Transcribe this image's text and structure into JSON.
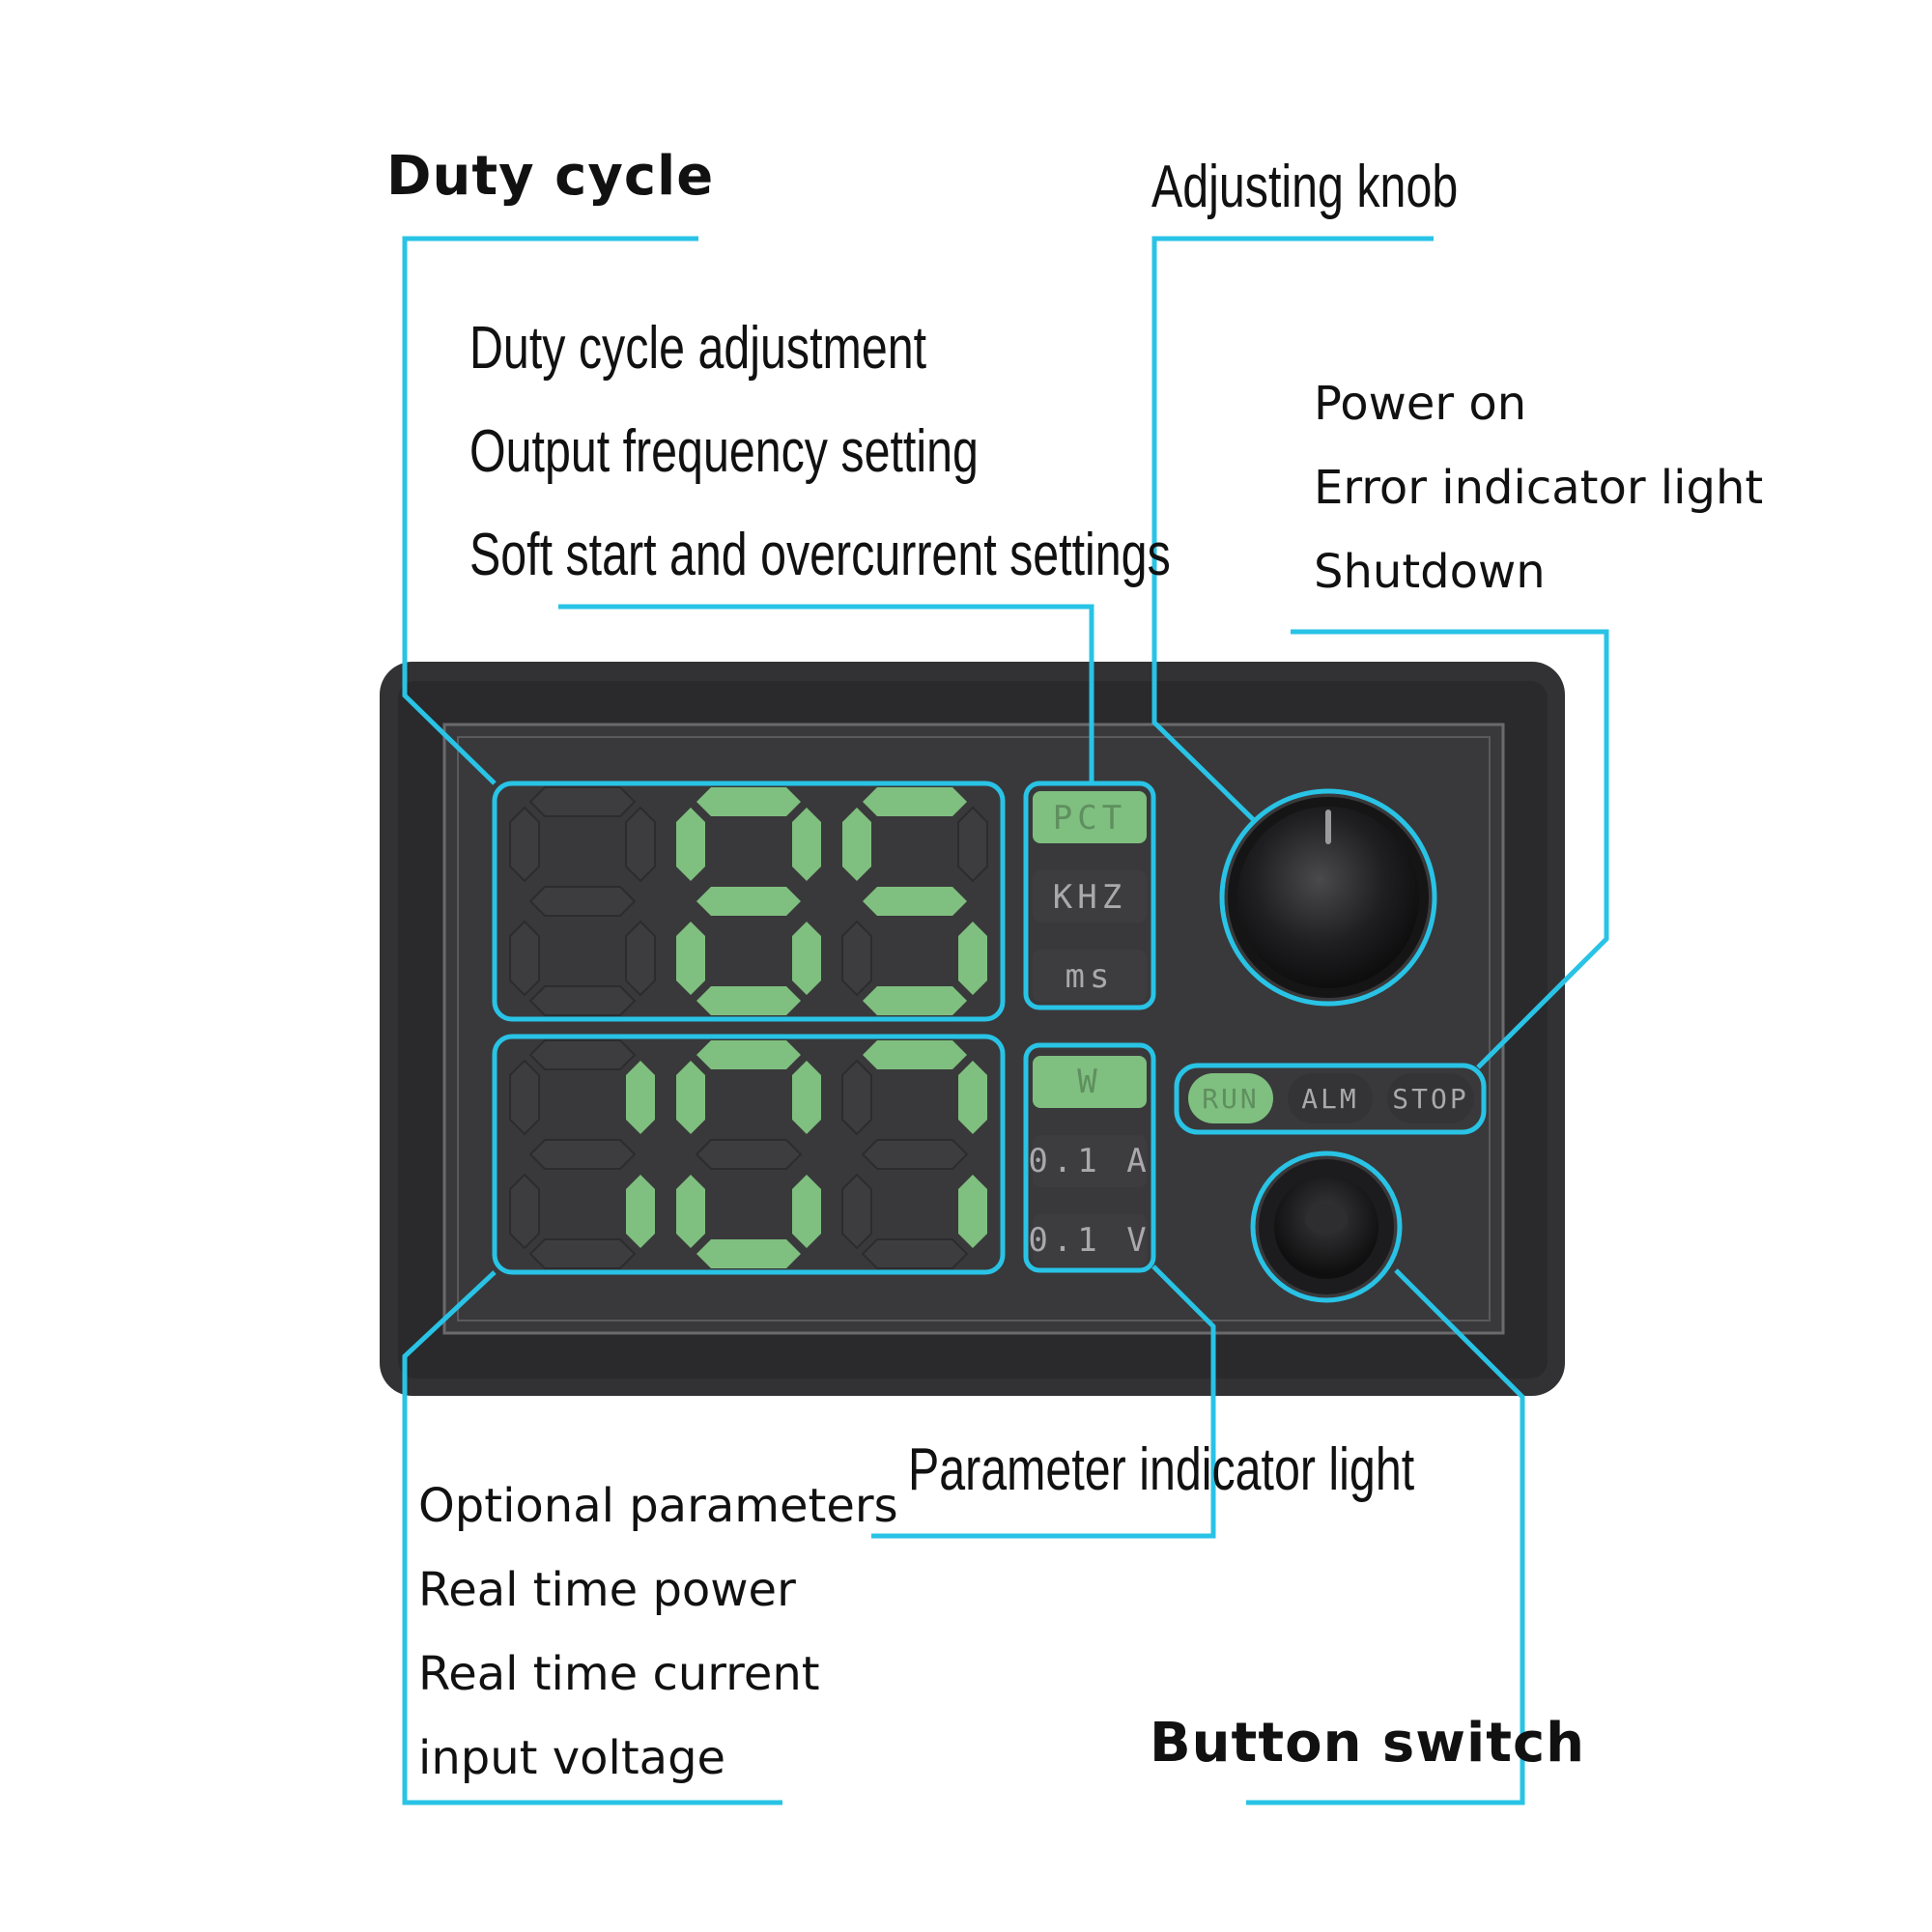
{
  "labels": {
    "duty_cycle": "Duty cycle",
    "adjusting_knob": "Adjusting knob",
    "settings_list": [
      "Duty cycle adjustment",
      "Output frequency setting",
      "Soft start and overcurrent settings"
    ],
    "status_list": [
      "Power on",
      "Error indicator light",
      "Shutdown"
    ],
    "parameter_indicator": "Parameter indicator light",
    "optional_list": [
      "Optional parameters",
      "Real time power",
      "Real time current",
      "input voltage"
    ],
    "button_switch": "Button switch"
  },
  "device": {
    "top_units": [
      "PCT",
      "KHZ",
      "ms"
    ],
    "top_active_unit": "PCT",
    "bottom_units": [
      "W",
      "0.1 A",
      "0.1 V"
    ],
    "bottom_active_unit": "W",
    "status_lights": [
      "RUN",
      "ALM",
      "STOP"
    ],
    "active_status": "RUN",
    "top_display": "85",
    "bottom_display": "107"
  },
  "colors": {
    "leader_line": "#29c3e6",
    "segment_on": "#7fbf7f",
    "panel": "#3a3a3c"
  }
}
